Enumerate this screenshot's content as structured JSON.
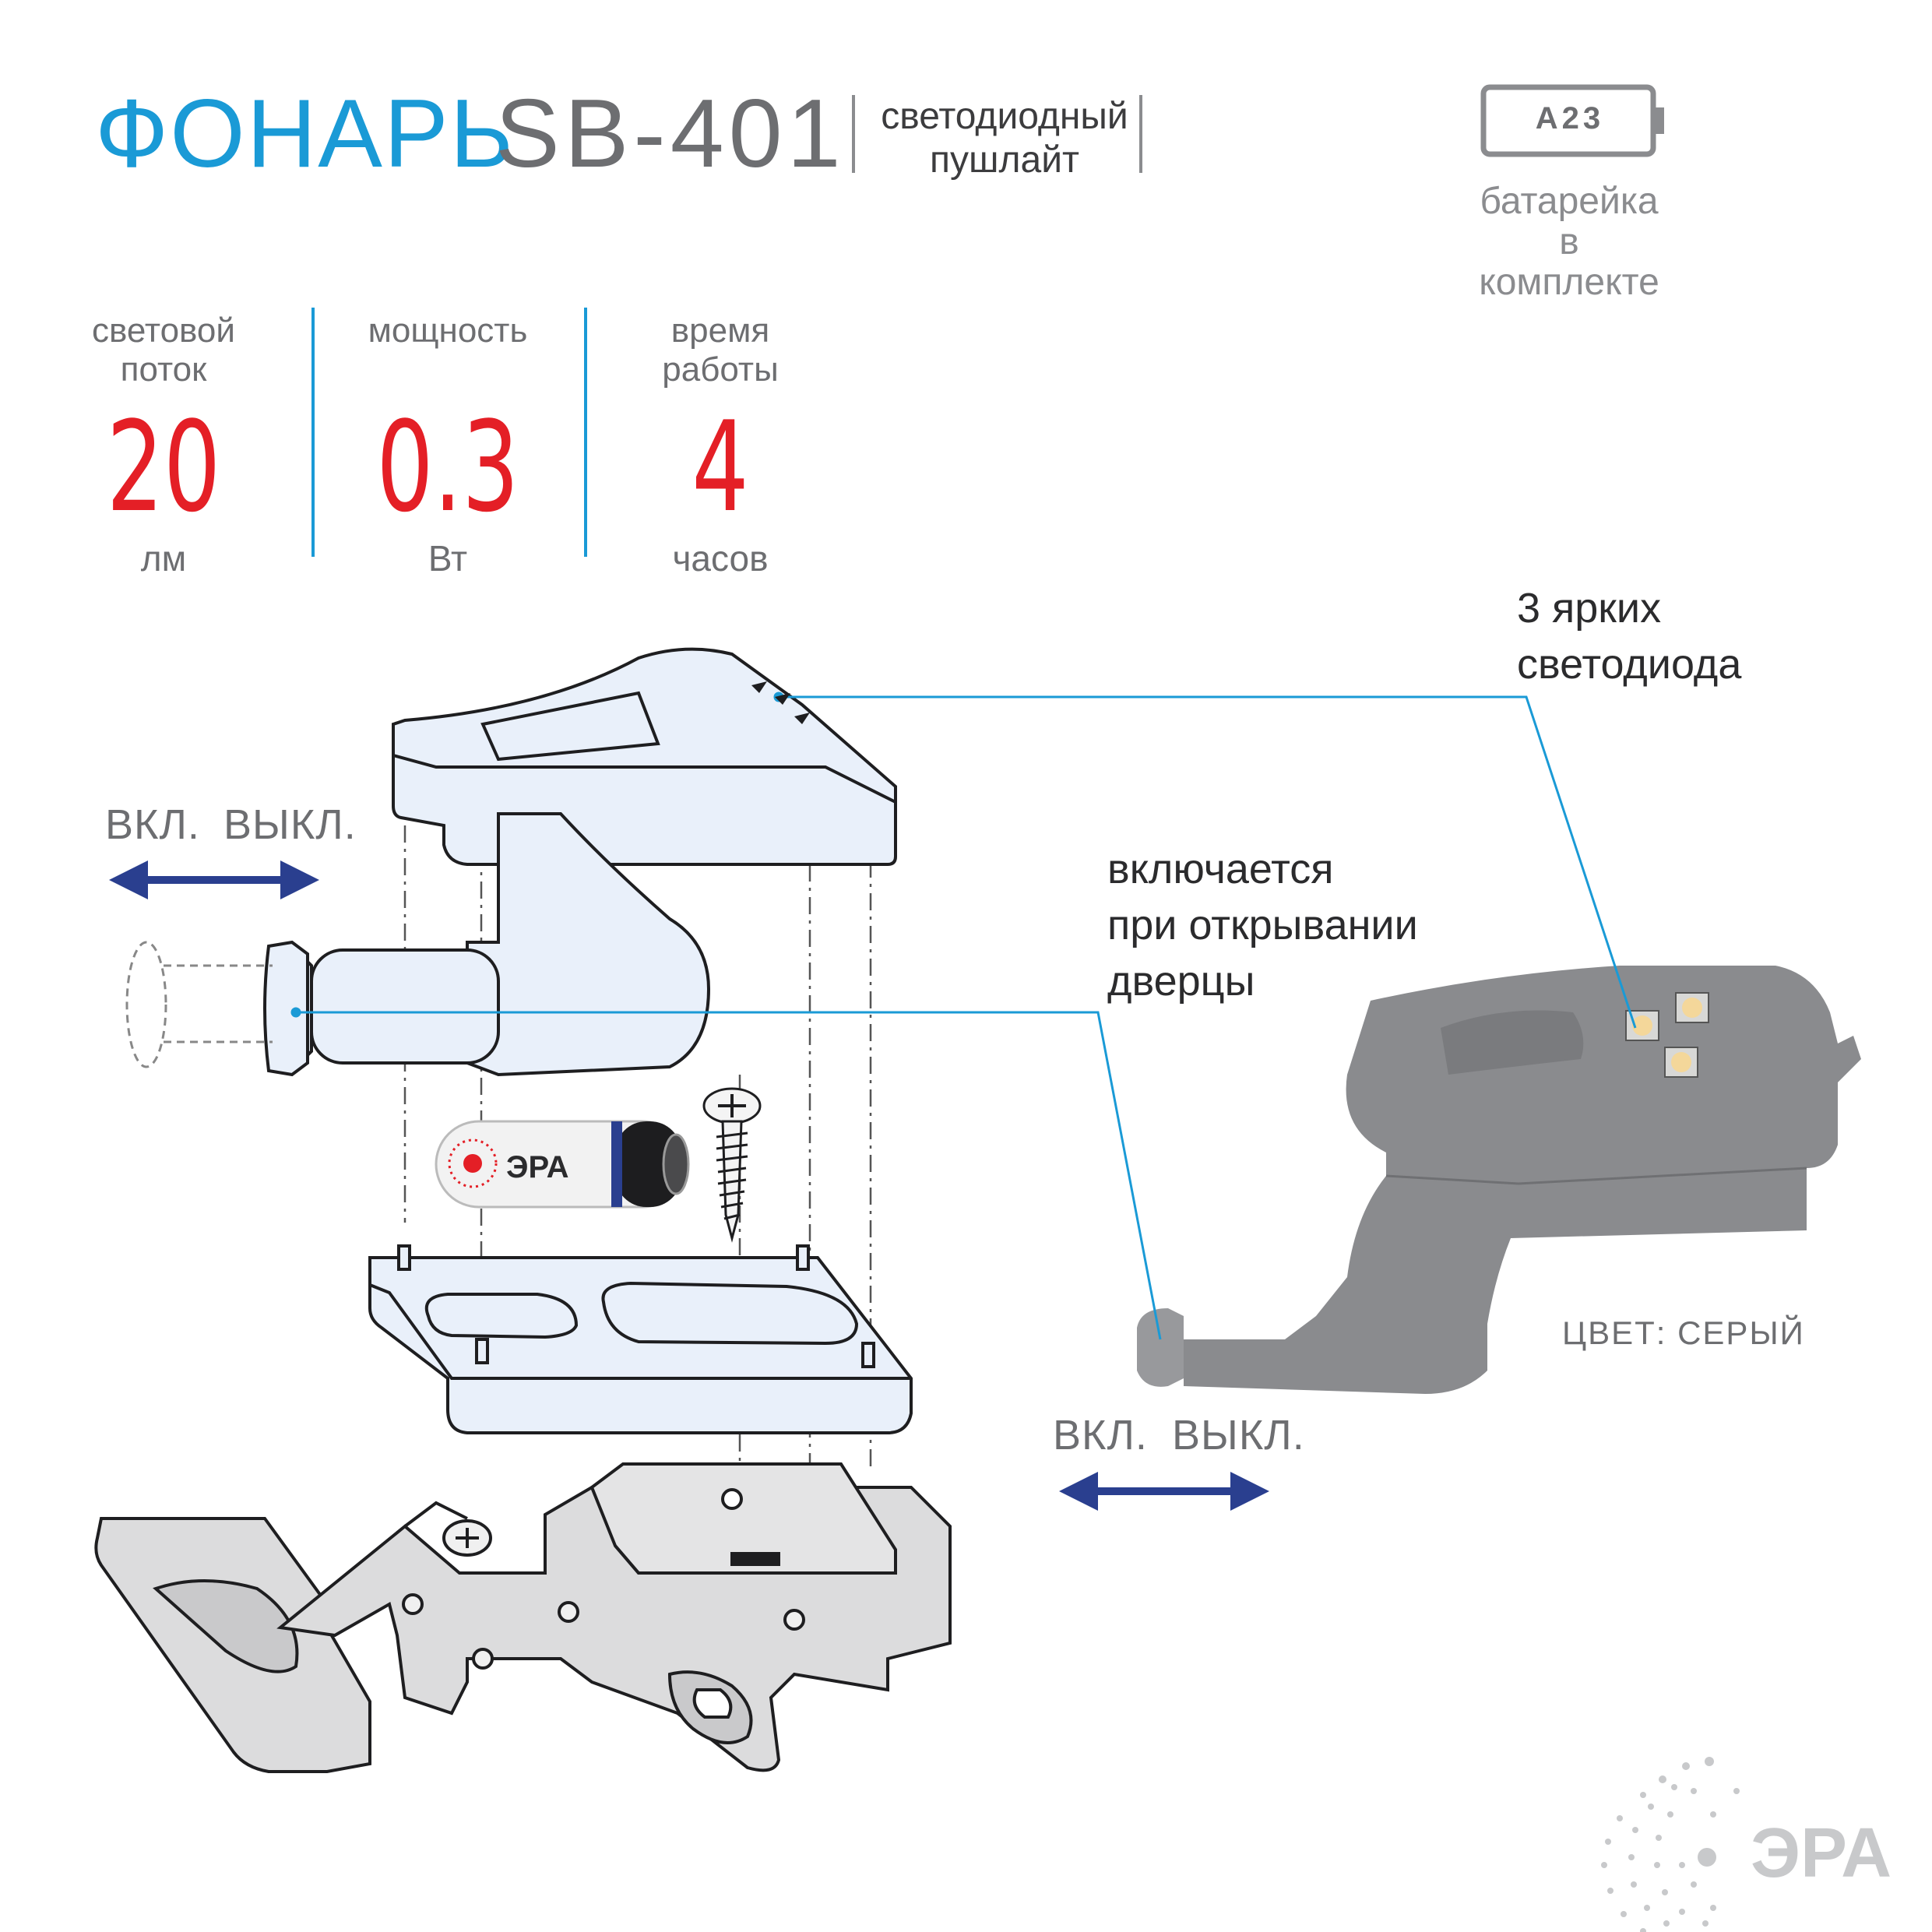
{
  "header": {
    "title": "ФОНАРЬ",
    "model": "SB-401",
    "subtitle_line1": "светодиодный",
    "subtitle_line2": "пушлайт"
  },
  "battery": {
    "type": "A23",
    "label_line1": "батарейка",
    "label_line2": "в комплекте"
  },
  "specs": [
    {
      "label_line1": "световой",
      "label_line2": "поток",
      "value": "20",
      "unit": "лм"
    },
    {
      "label_line1": "мощность",
      "label_line2": "",
      "value": "0.3",
      "unit": "Вт"
    },
    {
      "label_line1": "время",
      "label_line2": "работы",
      "value": "4",
      "unit": "часов"
    }
  ],
  "callouts": {
    "leds_line1": "3 ярких",
    "leds_line2": "светодиода",
    "switch_line1": "включается",
    "switch_line2": "при открывании",
    "switch_line3": "дверцы"
  },
  "switch_left": {
    "on": "ВКЛ.",
    "off": "ВЫКЛ."
  },
  "switch_right": {
    "on": "ВКЛ.",
    "off": "ВЫКЛ."
  },
  "color_label": "ЦВЕТ: СЕРЫЙ",
  "battery_brand": "ЭРА",
  "logo_text": "ЭРА",
  "colors": {
    "accent_blue": "#1a9ad6",
    "value_red": "#e41f26",
    "arrow_navy": "#2a3f8f",
    "product_gray": "#8a8b8e",
    "text_gray": "#6d6e71"
  }
}
